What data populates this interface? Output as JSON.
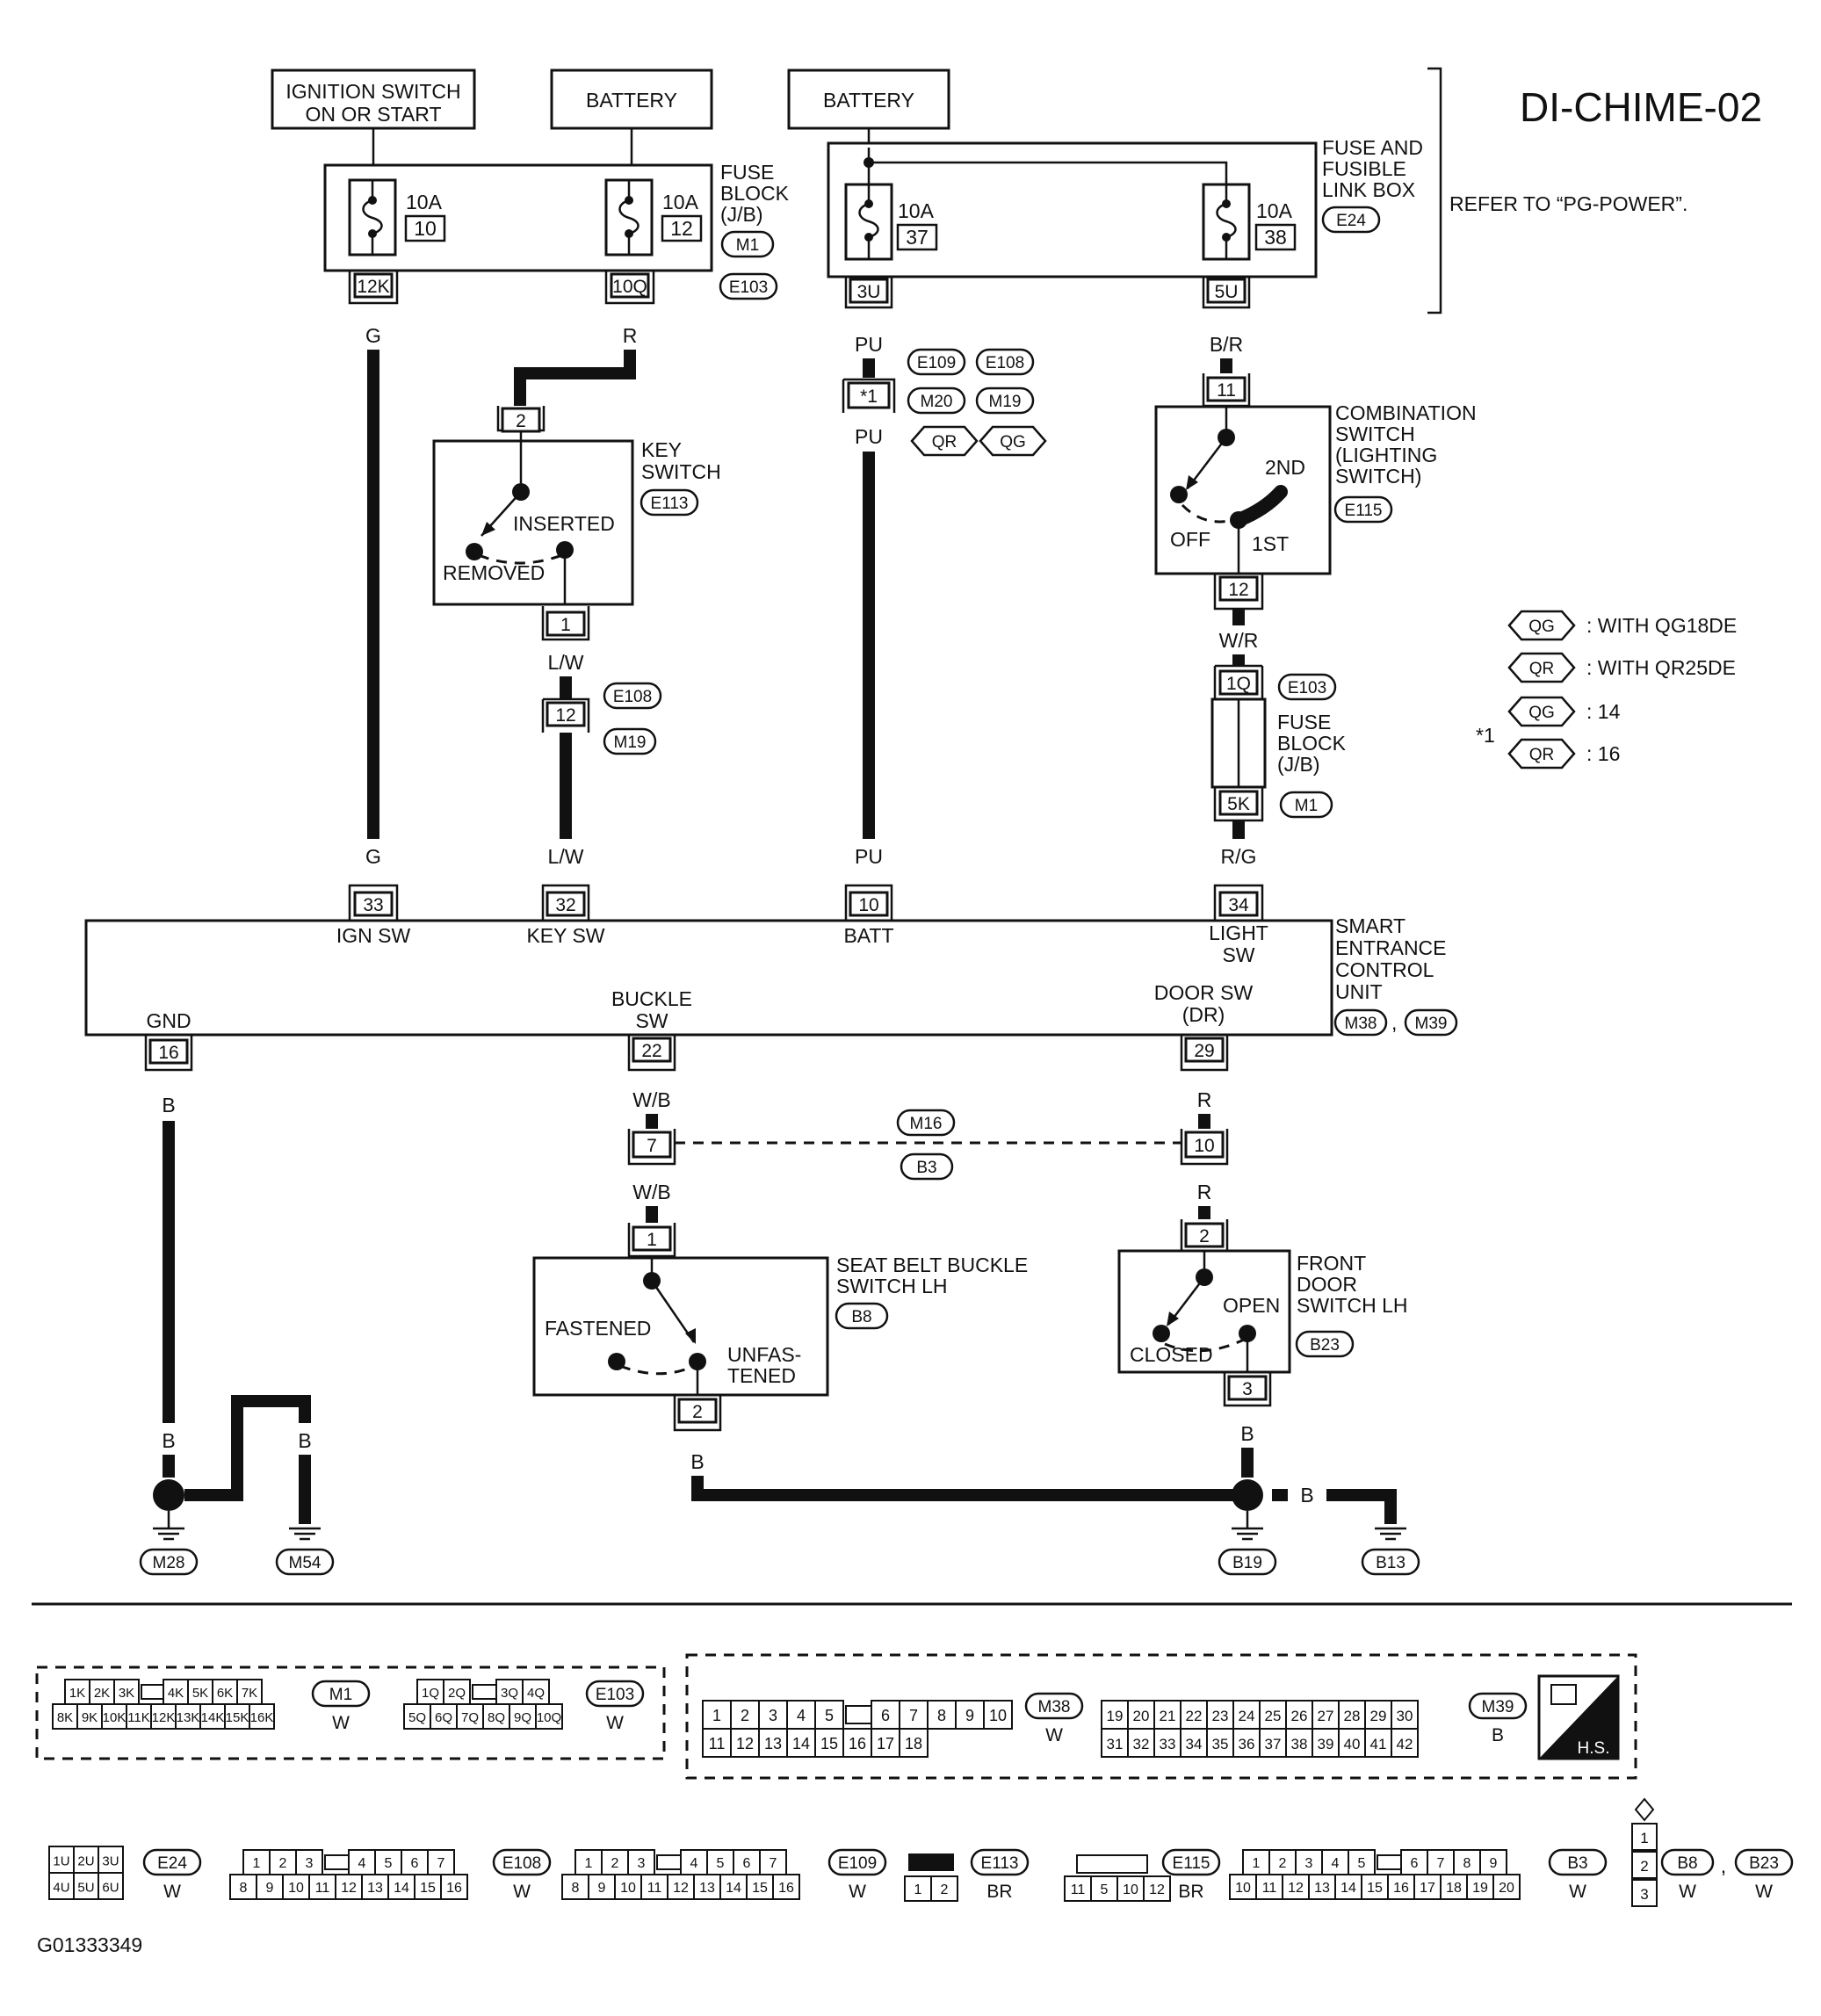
{
  "title": "DI-CHIME-02",
  "footer_code": "G01333349",
  "power": {
    "ign": "IGNITION SWITCH ON OR START",
    "ign_l1": "IGNITION SWITCH",
    "ign_l2": "ON OR START",
    "battery1": "BATTERY",
    "battery2": "BATTERY",
    "refer": "REFER TO “PG-POWER”."
  },
  "fuse_block": {
    "label1": "FUSE",
    "label2": "BLOCK",
    "label3": "(J/B)",
    "conn1": "M1",
    "conn2": "E103",
    "f1_amp": "10A",
    "f1_no": "10",
    "f1_pin": "12K",
    "f2_amp": "10A",
    "f2_no": "12",
    "f2_pin": "10Q"
  },
  "fusible_box": {
    "label1": "FUSE AND",
    "label2": "FUSIBLE",
    "label3": "LINK BOX",
    "conn": "E24",
    "f1_amp": "10A",
    "f1_no": "37",
    "f1_pin": "3U",
    "f2_amp": "10A",
    "f2_no": "38",
    "f2_pin": "5U"
  },
  "wires": {
    "g": "G",
    "r": "R",
    "pu": "PU",
    "br": "B/R",
    "lw": "L/W",
    "wr": "W/R",
    "rg": "R/G",
    "b": "B",
    "wb": "W/B"
  },
  "key_switch": {
    "label1": "KEY",
    "label2": "SWITCH",
    "conn": "E113",
    "pin_top": "2",
    "pin_bot": "1",
    "inserted": "INSERTED",
    "removed": "REMOVED"
  },
  "joint": {
    "pin": "*1",
    "c1": "E109",
    "c2": "E108",
    "c3": "M20",
    "c4": "M19",
    "c5": "QR",
    "c6": "QG"
  },
  "combo_switch": {
    "label1": "COMBINATION",
    "label2": "SWITCH",
    "label3": "(LIGHTING",
    "label4": "SWITCH)",
    "conn": "E115",
    "pin_top": "11",
    "pin_bot": "12",
    "off": "OFF",
    "first": "1ST",
    "second": "2ND"
  },
  "inline_e108": {
    "pin": "12",
    "c1": "E108",
    "c2": "M19"
  },
  "fuse_block2": {
    "label1": "FUSE",
    "label2": "BLOCK",
    "label3": "(J/B)",
    "pin_top": "1Q",
    "pin_bot": "5K",
    "conn1": "E103",
    "conn2": "M1"
  },
  "legend": {
    "qg": "QG",
    "qg_text": ": WITH QG18DE",
    "qr": "QR",
    "qr_text": ": WITH QR25DE",
    "star": "*1",
    "qg2_text": ": 14",
    "qr2_text": ": 16"
  },
  "secu": {
    "label1": "SMART",
    "label2": "ENTRANCE",
    "label3": "CONTROL",
    "label4": "UNIT",
    "conn1": "M38",
    "conn2": "M39",
    "comma": ",",
    "pins": [
      {
        "no": "33",
        "name": "IGN SW"
      },
      {
        "no": "32",
        "name": "KEY SW"
      },
      {
        "no": "10",
        "name": "BATT"
      },
      {
        "no": "34",
        "name": "LIGHT",
        "name2": "SW"
      },
      {
        "no": "16",
        "name": "GND"
      },
      {
        "no": "22",
        "name": "BUCKLE",
        "name2": "SW"
      },
      {
        "no": "29",
        "name": "DOOR SW",
        "name2": "(DR)"
      }
    ]
  },
  "m16": {
    "c1": "M16",
    "c2": "B3",
    "pin_left": "7",
    "pin_right": "10"
  },
  "buckle": {
    "label1": "SEAT BELT BUCKLE",
    "label2": "SWITCH LH",
    "conn": "B8",
    "pin_top": "1",
    "pin_bot": "2",
    "fastened": "FASTENED",
    "unfas1": "UNFAS-",
    "unfas2": "TENED"
  },
  "door": {
    "label1": "FRONT",
    "label2": "DOOR",
    "label3": "SWITCH LH",
    "conn": "B23",
    "pin_top": "2",
    "pin_bot": "3",
    "open": "OPEN",
    "closed": "CLOSED"
  },
  "grounds": {
    "g1": "M28",
    "g2": "M54",
    "g3": "B19",
    "g4": "B13"
  },
  "connectors": {
    "m1": {
      "name": "M1",
      "color": "W",
      "row1": [
        "1K",
        "2K",
        "3K",
        "",
        "4K",
        "5K",
        "6K",
        "7K"
      ],
      "row2": [
        "8K",
        "9K",
        "10K",
        "11K",
        "12K",
        "13K",
        "14K",
        "15K",
        "16K"
      ]
    },
    "e103": {
      "name": "E103",
      "color": "W",
      "row1": [
        "1Q",
        "2Q",
        "",
        "3Q",
        "4Q"
      ],
      "row2": [
        "5Q",
        "6Q",
        "7Q",
        "8Q",
        "9Q",
        "10Q"
      ]
    },
    "m38": {
      "name": "M38",
      "color": "W",
      "row1": [
        "1",
        "2",
        "3",
        "4",
        "5",
        "",
        "6",
        "7",
        "8",
        "9",
        "10"
      ],
      "row2": [
        "11",
        "12",
        "13",
        "14",
        "15",
        "16",
        "17",
        "18"
      ]
    },
    "m39": {
      "name": "M39",
      "color": "B",
      "row1": [
        "19",
        "20",
        "21",
        "22",
        "23",
        "24",
        "25",
        "26",
        "27",
        "28",
        "29",
        "30"
      ],
      "row2": [
        "31",
        "32",
        "33",
        "34",
        "35",
        "36",
        "37",
        "38",
        "39",
        "40",
        "41",
        "42"
      ]
    },
    "hs": "H.S.",
    "e24": {
      "name": "E24",
      "color": "W",
      "row1": [
        "1U",
        "2U",
        "3U"
      ],
      "row2": [
        "4U",
        "5U",
        "6U"
      ]
    },
    "e108": {
      "name": "E108",
      "color": "W",
      "row1": [
        "1",
        "2",
        "3",
        "",
        "4",
        "5",
        "6",
        "7"
      ],
      "row2": [
        "8",
        "9",
        "10",
        "11",
        "12",
        "13",
        "14",
        "15",
        "16"
      ]
    },
    "e109": {
      "name": "E109",
      "color": "W",
      "row1": [
        "1",
        "2",
        "3",
        "",
        "4",
        "5",
        "6",
        "7"
      ],
      "row2": [
        "8",
        "9",
        "10",
        "11",
        "12",
        "13",
        "14",
        "15",
        "16"
      ]
    },
    "e113": {
      "name": "E113",
      "color": "BR",
      "row2": [
        "1",
        "2"
      ]
    },
    "e115": {
      "name": "E115",
      "color": "BR",
      "row2": [
        "11",
        "5",
        "10",
        "12"
      ]
    },
    "b3": {
      "name": "B3",
      "color": "W",
      "row1": [
        "1",
        "2",
        "3",
        "4",
        "5",
        "",
        "6",
        "7",
        "8",
        "9"
      ],
      "row2": [
        "10",
        "11",
        "12",
        "13",
        "14",
        "15",
        "16",
        "17",
        "18",
        "19",
        "20"
      ]
    },
    "b8": {
      "name": "B8",
      "color": "W",
      "pins": [
        "1",
        "2",
        "3"
      ],
      "comma": ","
    },
    "b23": {
      "name": "B23",
      "color": "W"
    }
  }
}
